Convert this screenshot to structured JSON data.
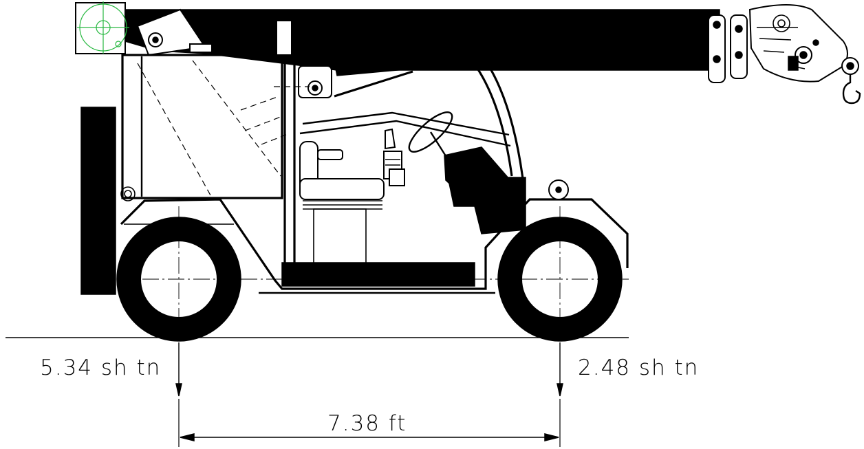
{
  "diagram": {
    "subject": "",
    "labels": {
      "rear_axle_load": "5.34 sh tn",
      "front_axle_load": "2.48 sh tn",
      "wheelbase": "7.38 ft"
    },
    "colors": {
      "line": "#000000",
      "background": "#ffffff",
      "highlight": "#27b840"
    }
  }
}
